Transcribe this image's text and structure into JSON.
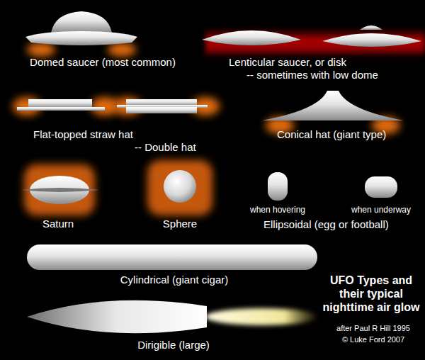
{
  "diagram": {
    "title": "UFO Types and their typical nighttime air glow",
    "labels": [
      "Domed saucer (most common)",
      "Lenticular saucer, or disk",
      "-- sometimes with low dome",
      "Flat-topped straw hat",
      "-- Double hat",
      "Conical hat (giant type)",
      "Saturn",
      "Sphere",
      "when hovering",
      "when underway",
      "Ellipsoidal (egg or football)",
      "Cylindrical (giant cigar)",
      "Dirigible (large)",
      "after Paul R Hill 1995",
      "© Luke Ford 2007"
    ]
  }
}
